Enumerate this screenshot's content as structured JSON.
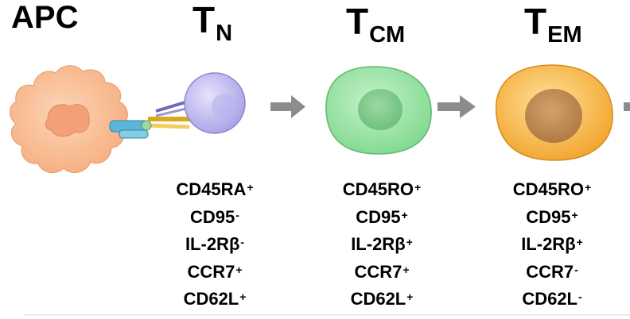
{
  "titles": {
    "apc": "APC",
    "tn": {
      "main": "T",
      "sub": "N"
    },
    "tcm": {
      "main": "T",
      "sub": "CM"
    },
    "tem": {
      "main": "T",
      "sub": "EM"
    }
  },
  "markers": {
    "tn": [
      {
        "name": "CD45RA",
        "sign": "+"
      },
      {
        "name": "CD95",
        "sign": "-"
      },
      {
        "name": "IL-2Rβ",
        "sign": "-"
      },
      {
        "name": "CCR7",
        "sign": "+"
      },
      {
        "name": "CD62L",
        "sign": "+"
      }
    ],
    "tcm": [
      {
        "name": "CD45RO",
        "sign": "+"
      },
      {
        "name": "CD95",
        "sign": "+"
      },
      {
        "name": "IL-2Rβ",
        "sign": "+"
      },
      {
        "name": "CCR7",
        "sign": "+"
      },
      {
        "name": "CD62L",
        "sign": "+"
      }
    ],
    "tem": [
      {
        "name": "CD45RO",
        "sign": "+"
      },
      {
        "name": "CD95",
        "sign": "+"
      },
      {
        "name": "IL-2Rβ",
        "sign": "+"
      },
      {
        "name": "CCR7",
        "sign": "-"
      },
      {
        "name": "CD62L",
        "sign": "-"
      }
    ]
  },
  "colors": {
    "apc_fill": "#f9bf96",
    "apc_nucleus": "#f3a077",
    "tn_fill": "#c9c4f2",
    "tcm_fill": "#99e3a4",
    "tem_fill": "#f8b43c",
    "arrow": "#8c8c8c"
  }
}
